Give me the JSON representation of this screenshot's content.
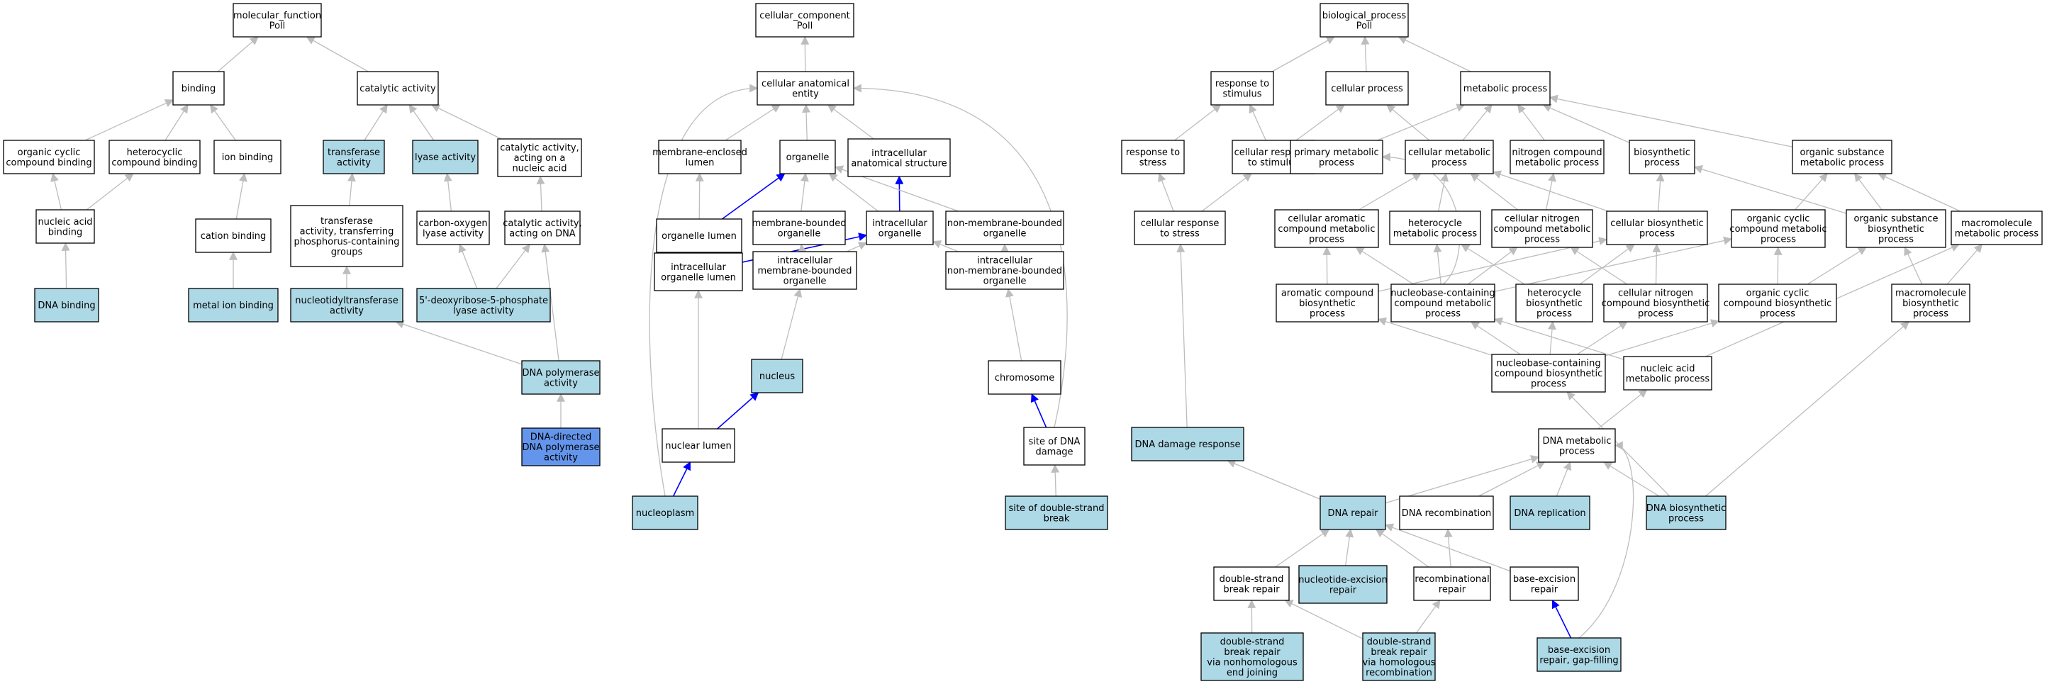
{
  "colors": {
    "edge_default": "#bdbdbd",
    "edge_highlight": "#0000ff",
    "fill_plain": "#ffffff",
    "fill_annotated": "#add8e6",
    "fill_selected": "#6495ed",
    "border": "#000000"
  },
  "nodes": [
    {
      "id": "mf_root",
      "lines": [
        "molecular_function",
        "Poll"
      ],
      "fill": "plain"
    },
    {
      "id": "binding",
      "lines": [
        "binding"
      ],
      "fill": "plain"
    },
    {
      "id": "catalytic",
      "lines": [
        "catalytic activity"
      ],
      "fill": "plain"
    },
    {
      "id": "org_cyclic_binding",
      "lines": [
        "organic cyclic",
        "compound binding"
      ],
      "fill": "plain"
    },
    {
      "id": "hetero_binding",
      "lines": [
        "heterocyclic",
        "compound binding"
      ],
      "fill": "plain"
    },
    {
      "id": "ion_binding",
      "lines": [
        "ion binding"
      ],
      "fill": "plain"
    },
    {
      "id": "transferase",
      "lines": [
        "transferase",
        "activity"
      ],
      "fill": "annotated"
    },
    {
      "id": "lyase",
      "lines": [
        "lyase activity"
      ],
      "fill": "annotated"
    },
    {
      "id": "cat_nucleic",
      "lines": [
        "catalytic activity,",
        "acting on a",
        "nucleic acid"
      ],
      "fill": "plain"
    },
    {
      "id": "nucleic_binding",
      "lines": [
        "nucleic acid",
        "binding"
      ],
      "fill": "plain"
    },
    {
      "id": "cation_binding",
      "lines": [
        "cation binding"
      ],
      "fill": "plain"
    },
    {
      "id": "transferase_p",
      "lines": [
        "transferase",
        "activity, transferring",
        "phosphorus-containing",
        "groups"
      ],
      "fill": "plain"
    },
    {
      "id": "co_lyase",
      "lines": [
        "carbon-oxygen",
        "lyase activity"
      ],
      "fill": "plain"
    },
    {
      "id": "cat_dna",
      "lines": [
        "catalytic activity,",
        "acting on DNA"
      ],
      "fill": "plain"
    },
    {
      "id": "dna_binding",
      "lines": [
        "DNA binding"
      ],
      "fill": "annotated"
    },
    {
      "id": "metal_binding",
      "lines": [
        "metal ion binding"
      ],
      "fill": "annotated"
    },
    {
      "id": "nucleotidyl",
      "lines": [
        "nucleotidyltransferase",
        "activity"
      ],
      "fill": "annotated"
    },
    {
      "id": "deoxyribose",
      "lines": [
        "5'-deoxyribose-5-phosphate",
        "lyase activity"
      ],
      "fill": "annotated"
    },
    {
      "id": "dna_pol",
      "lines": [
        "DNA polymerase",
        "activity"
      ],
      "fill": "annotated"
    },
    {
      "id": "dna_dir_pol",
      "lines": [
        "DNA-directed",
        "DNA polymerase",
        "activity"
      ],
      "fill": "selected"
    },
    {
      "id": "cc_root",
      "lines": [
        "cellular_component",
        "Poll"
      ],
      "fill": "plain"
    },
    {
      "id": "cae",
      "lines": [
        "cellular anatomical",
        "entity"
      ],
      "fill": "plain"
    },
    {
      "id": "mem_lumen",
      "lines": [
        "membrane-enclosed",
        "lumen"
      ],
      "fill": "plain"
    },
    {
      "id": "organelle",
      "lines": [
        "organelle"
      ],
      "fill": "plain"
    },
    {
      "id": "ias",
      "lines": [
        "intracellular",
        "anatomical structure"
      ],
      "fill": "plain"
    },
    {
      "id": "org_lumen",
      "lines": [
        "organelle lumen"
      ],
      "fill": "plain"
    },
    {
      "id": "mb_org",
      "lines": [
        "membrane-bounded",
        "organelle"
      ],
      "fill": "plain"
    },
    {
      "id": "ic_org",
      "lines": [
        "intracellular",
        "organelle"
      ],
      "fill": "plain"
    },
    {
      "id": "nmb_org",
      "lines": [
        "non-membrane-bounded",
        "organelle"
      ],
      "fill": "plain"
    },
    {
      "id": "ic_org_lumen",
      "lines": [
        "intracellular",
        "organelle lumen"
      ],
      "fill": "plain"
    },
    {
      "id": "ic_mb_org",
      "lines": [
        "intracellular",
        "membrane-bounded",
        "organelle"
      ],
      "fill": "plain"
    },
    {
      "id": "ic_nmb_org",
      "lines": [
        "intracellular",
        "non-membrane-bounded",
        "organelle"
      ],
      "fill": "plain"
    },
    {
      "id": "nucleus",
      "lines": [
        "nucleus"
      ],
      "fill": "annotated"
    },
    {
      "id": "chromosome",
      "lines": [
        "chromosome"
      ],
      "fill": "plain"
    },
    {
      "id": "nuc_lumen",
      "lines": [
        "nuclear lumen"
      ],
      "fill": "plain"
    },
    {
      "id": "dna_damage_site",
      "lines": [
        "site of DNA",
        "damage"
      ],
      "fill": "plain"
    },
    {
      "id": "nucleoplasm",
      "lines": [
        "nucleoplasm"
      ],
      "fill": "annotated"
    },
    {
      "id": "dsb_site",
      "lines": [
        "site of double-strand",
        "break"
      ],
      "fill": "annotated"
    },
    {
      "id": "bp_root",
      "lines": [
        "biological_process",
        "Poll"
      ],
      "fill": "plain"
    },
    {
      "id": "resp_stim",
      "lines": [
        "response to",
        "stimulus"
      ],
      "fill": "plain"
    },
    {
      "id": "cell_proc",
      "lines": [
        "cellular process"
      ],
      "fill": "plain"
    },
    {
      "id": "met_proc",
      "lines": [
        "metabolic process"
      ],
      "fill": "plain"
    },
    {
      "id": "resp_stress",
      "lines": [
        "response to",
        "stress"
      ],
      "fill": "plain"
    },
    {
      "id": "cell_resp_stim",
      "lines": [
        "cellular response",
        "to stimulus"
      ],
      "fill": "plain"
    },
    {
      "id": "prim_met",
      "lines": [
        "primary metabolic",
        "process"
      ],
      "fill": "plain"
    },
    {
      "id": "cell_met",
      "lines": [
        "cellular metabolic",
        "process"
      ],
      "fill": "plain"
    },
    {
      "id": "nitro_met",
      "lines": [
        "nitrogen compound",
        "metabolic process"
      ],
      "fill": "plain"
    },
    {
      "id": "biosyn",
      "lines": [
        "biosynthetic",
        "process"
      ],
      "fill": "plain"
    },
    {
      "id": "org_sub_met",
      "lines": [
        "organic substance",
        "metabolic process"
      ],
      "fill": "plain"
    },
    {
      "id": "cell_resp_stress",
      "lines": [
        "cellular response",
        "to stress"
      ],
      "fill": "plain"
    },
    {
      "id": "cell_arom_met",
      "lines": [
        "cellular aromatic",
        "compound metabolic",
        "process"
      ],
      "fill": "plain"
    },
    {
      "id": "hetero_met",
      "lines": [
        "heterocycle",
        "metabolic process"
      ],
      "fill": "plain"
    },
    {
      "id": "cell_nitro_met",
      "lines": [
        "cellular nitrogen",
        "compound metabolic",
        "process"
      ],
      "fill": "plain"
    },
    {
      "id": "cell_biosyn",
      "lines": [
        "cellular biosynthetic",
        "process"
      ],
      "fill": "plain"
    },
    {
      "id": "org_cyc_met",
      "lines": [
        "organic cyclic",
        "compound metabolic",
        "process"
      ],
      "fill": "plain"
    },
    {
      "id": "org_sub_biosyn",
      "lines": [
        "organic substance",
        "biosynthetic",
        "process"
      ],
      "fill": "plain"
    },
    {
      "id": "macro_met",
      "lines": [
        "macromolecule",
        "metabolic process"
      ],
      "fill": "plain"
    },
    {
      "id": "arom_biosyn",
      "lines": [
        "aromatic compound",
        "biosynthetic",
        "process"
      ],
      "fill": "plain"
    },
    {
      "id": "nb_met",
      "lines": [
        "nucleobase-containing",
        "compound metabolic",
        "process"
      ],
      "fill": "plain"
    },
    {
      "id": "hetero_biosyn",
      "lines": [
        "heterocycle",
        "biosynthetic",
        "process"
      ],
      "fill": "plain"
    },
    {
      "id": "cell_nitro_biosyn",
      "lines": [
        "cellular nitrogen",
        "compound biosynthetic",
        "process"
      ],
      "fill": "plain"
    },
    {
      "id": "org_cyc_biosyn",
      "lines": [
        "organic cyclic",
        "compound biosynthetic",
        "process"
      ],
      "fill": "plain"
    },
    {
      "id": "macro_biosyn",
      "lines": [
        "macromolecule",
        "biosynthetic",
        "process"
      ],
      "fill": "plain"
    },
    {
      "id": "nb_biosyn",
      "lines": [
        "nucleobase-containing",
        "compound biosynthetic",
        "process"
      ],
      "fill": "plain"
    },
    {
      "id": "nucleic_met",
      "lines": [
        "nucleic acid",
        "metabolic process"
      ],
      "fill": "plain"
    },
    {
      "id": "dna_damage_resp",
      "lines": [
        "DNA damage response"
      ],
      "fill": "annotated"
    },
    {
      "id": "dna_met",
      "lines": [
        "DNA metabolic",
        "process"
      ],
      "fill": "plain"
    },
    {
      "id": "dna_repair",
      "lines": [
        "DNA repair"
      ],
      "fill": "annotated"
    },
    {
      "id": "dna_recomb",
      "lines": [
        "DNA recombination"
      ],
      "fill": "plain"
    },
    {
      "id": "dna_repl",
      "lines": [
        "DNA replication"
      ],
      "fill": "annotated"
    },
    {
      "id": "dna_biosyn",
      "lines": [
        "DNA biosynthetic",
        "process"
      ],
      "fill": "annotated"
    },
    {
      "id": "dsb_repair",
      "lines": [
        "double-strand",
        "break repair"
      ],
      "fill": "plain"
    },
    {
      "id": "ner",
      "lines": [
        "nucleotide-excision",
        "repair"
      ],
      "fill": "annotated"
    },
    {
      "id": "recomb_repair",
      "lines": [
        "recombinational",
        "repair"
      ],
      "fill": "plain"
    },
    {
      "id": "ber",
      "lines": [
        "base-excision",
        "repair"
      ],
      "fill": "plain"
    },
    {
      "id": "nhej",
      "lines": [
        "double-strand",
        "break repair",
        "via nonhomologous",
        "end joining"
      ],
      "fill": "annotated"
    },
    {
      "id": "hr",
      "lines": [
        "double-strand",
        "break repair",
        "via homologous",
        "recombination"
      ],
      "fill": "annotated"
    },
    {
      "id": "ber_gap",
      "lines": [
        "base-excision",
        "repair, gap-filling"
      ],
      "fill": "annotated"
    }
  ],
  "edges": [
    {
      "from": "binding",
      "to": "mf_root"
    },
    {
      "from": "catalytic",
      "to": "mf_root"
    },
    {
      "from": "org_cyclic_binding",
      "to": "binding"
    },
    {
      "from": "hetero_binding",
      "to": "binding"
    },
    {
      "from": "ion_binding",
      "to": "binding"
    },
    {
      "from": "transferase",
      "to": "catalytic"
    },
    {
      "from": "lyase",
      "to": "catalytic"
    },
    {
      "from": "cat_nucleic",
      "to": "catalytic"
    },
    {
      "from": "nucleic_binding",
      "to": "org_cyclic_binding"
    },
    {
      "from": "nucleic_binding",
      "to": "hetero_binding"
    },
    {
      "from": "cation_binding",
      "to": "ion_binding"
    },
    {
      "from": "transferase_p",
      "to": "transferase"
    },
    {
      "from": "co_lyase",
      "to": "lyase"
    },
    {
      "from": "cat_dna",
      "to": "cat_nucleic"
    },
    {
      "from": "dna_binding",
      "to": "nucleic_binding"
    },
    {
      "from": "metal_binding",
      "to": "cation_binding"
    },
    {
      "from": "nucleotidyl",
      "to": "transferase_p"
    },
    {
      "from": "deoxyribose",
      "to": "co_lyase"
    },
    {
      "from": "deoxyribose",
      "to": "cat_dna"
    },
    {
      "from": "dna_pol",
      "to": "nucleotidyl"
    },
    {
      "from": "dna_pol",
      "to": "cat_dna"
    },
    {
      "from": "dna_dir_pol",
      "to": "dna_pol"
    },
    {
      "from": "cae",
      "to": "cc_root"
    },
    {
      "from": "mem_lumen",
      "to": "cae"
    },
    {
      "from": "organelle",
      "to": "cae"
    },
    {
      "from": "ias",
      "to": "cae"
    },
    {
      "from": "org_lumen",
      "to": "mem_lumen"
    },
    {
      "from": "org_lumen",
      "to": "organelle",
      "hl": true
    },
    {
      "from": "mb_org",
      "to": "organelle"
    },
    {
      "from": "ic_org",
      "to": "organelle"
    },
    {
      "from": "ic_org",
      "to": "ias",
      "hl": true
    },
    {
      "from": "nmb_org",
      "to": "organelle"
    },
    {
      "from": "ic_org_lumen",
      "to": "org_lumen"
    },
    {
      "from": "ic_org_lumen",
      "to": "ic_org",
      "hl": true
    },
    {
      "from": "ic_mb_org",
      "to": "mb_org"
    },
    {
      "from": "ic_mb_org",
      "to": "ic_org"
    },
    {
      "from": "ic_nmb_org",
      "to": "ic_org"
    },
    {
      "from": "ic_nmb_org",
      "to": "nmb_org"
    },
    {
      "from": "nucleus",
      "to": "ic_mb_org"
    },
    {
      "from": "chromosome",
      "to": "ic_nmb_org"
    },
    {
      "from": "nuc_lumen",
      "to": "ic_org_lumen"
    },
    {
      "from": "nuc_lumen",
      "to": "nucleus",
      "hl": true
    },
    {
      "from": "dna_damage_site",
      "to": "chromosome",
      "hl": true
    },
    {
      "from": "dna_damage_site",
      "to": "cae",
      "curve": 1
    },
    {
      "from": "nucleoplasm",
      "to": "nuc_lumen",
      "hl": true
    },
    {
      "from": "nucleoplasm",
      "to": "cae",
      "curve": 1
    },
    {
      "from": "dsb_site",
      "to": "dna_damage_site"
    },
    {
      "from": "resp_stim",
      "to": "bp_root"
    },
    {
      "from": "cell_proc",
      "to": "bp_root"
    },
    {
      "from": "met_proc",
      "to": "bp_root"
    },
    {
      "from": "resp_stress",
      "to": "resp_stim"
    },
    {
      "from": "cell_resp_stim",
      "to": "resp_stim"
    },
    {
      "from": "cell_resp_stim",
      "to": "cell_proc"
    },
    {
      "from": "prim_met",
      "to": "met_proc"
    },
    {
      "from": "cell_met",
      "to": "met_proc"
    },
    {
      "from": "cell_met",
      "to": "cell_proc"
    },
    {
      "from": "nitro_met",
      "to": "met_proc"
    },
    {
      "from": "biosyn",
      "to": "met_proc"
    },
    {
      "from": "org_sub_met",
      "to": "met_proc"
    },
    {
      "from": "cell_resp_stress",
      "to": "resp_stress"
    },
    {
      "from": "cell_resp_stress",
      "to": "cell_resp_stim"
    },
    {
      "from": "cell_arom_met",
      "to": "cell_met"
    },
    {
      "from": "hetero_met",
      "to": "cell_met"
    },
    {
      "from": "cell_nitro_met",
      "to": "cell_met"
    },
    {
      "from": "cell_nitro_met",
      "to": "nitro_met"
    },
    {
      "from": "cell_biosyn",
      "to": "cell_met"
    },
    {
      "from": "cell_biosyn",
      "to": "biosyn"
    },
    {
      "from": "org_cyc_met",
      "to": "org_sub_met"
    },
    {
      "from": "org_sub_biosyn",
      "to": "org_sub_met"
    },
    {
      "from": "org_sub_biosyn",
      "to": "biosyn"
    },
    {
      "from": "macro_met",
      "to": "org_sub_met"
    },
    {
      "from": "arom_biosyn",
      "to": "cell_arom_met"
    },
    {
      "from": "arom_biosyn",
      "to": "cell_biosyn"
    },
    {
      "from": "nb_met",
      "to": "cell_arom_met"
    },
    {
      "from": "nb_met",
      "to": "hetero_met"
    },
    {
      "from": "nb_met",
      "to": "cell_nitro_met"
    },
    {
      "from": "nb_met",
      "to": "org_cyc_met"
    },
    {
      "from": "nb_met",
      "to": "prim_met",
      "curve": 1
    },
    {
      "from": "hetero_biosyn",
      "to": "hetero_met"
    },
    {
      "from": "hetero_biosyn",
      "to": "cell_biosyn"
    },
    {
      "from": "cell_nitro_biosyn",
      "to": "cell_nitro_met"
    },
    {
      "from": "cell_nitro_biosyn",
      "to": "cell_biosyn"
    },
    {
      "from": "org_cyc_biosyn",
      "to": "org_cyc_met"
    },
    {
      "from": "org_cyc_biosyn",
      "to": "org_sub_biosyn"
    },
    {
      "from": "macro_biosyn",
      "to": "macro_met"
    },
    {
      "from": "macro_biosyn",
      "to": "org_sub_biosyn"
    },
    {
      "from": "nb_biosyn",
      "to": "arom_biosyn"
    },
    {
      "from": "nb_biosyn",
      "to": "nb_met"
    },
    {
      "from": "nb_biosyn",
      "to": "hetero_biosyn"
    },
    {
      "from": "nb_biosyn",
      "to": "cell_nitro_biosyn"
    },
    {
      "from": "nb_biosyn",
      "to": "org_cyc_biosyn"
    },
    {
      "from": "nucleic_met",
      "to": "nb_met"
    },
    {
      "from": "nucleic_met",
      "to": "macro_met"
    },
    {
      "from": "dna_damage_resp",
      "to": "cell_resp_stress"
    },
    {
      "from": "dna_met",
      "to": "nucleic_met"
    },
    {
      "from": "dna_repair",
      "to": "dna_damage_resp"
    },
    {
      "from": "dna_repair",
      "to": "dna_met"
    },
    {
      "from": "dna_recomb",
      "to": "dna_met"
    },
    {
      "from": "dna_repl",
      "to": "dna_met"
    },
    {
      "from": "dna_biosyn",
      "to": "dna_met"
    },
    {
      "from": "dna_biosyn",
      "to": "nb_biosyn"
    },
    {
      "from": "dna_biosyn",
      "to": "macro_biosyn"
    },
    {
      "from": "dsb_repair",
      "to": "dna_repair"
    },
    {
      "from": "ner",
      "to": "dna_repair"
    },
    {
      "from": "recomb_repair",
      "to": "dna_repair"
    },
    {
      "from": "recomb_repair",
      "to": "dna_recomb"
    },
    {
      "from": "ber",
      "to": "dna_repair"
    },
    {
      "from": "nhej",
      "to": "dsb_repair"
    },
    {
      "from": "hr",
      "to": "dsb_repair"
    },
    {
      "from": "hr",
      "to": "recomb_repair"
    },
    {
      "from": "ber_gap",
      "to": "ber",
      "hl": true
    },
    {
      "from": "ber_gap",
      "to": "dna_met",
      "curve": 1
    }
  ]
}
